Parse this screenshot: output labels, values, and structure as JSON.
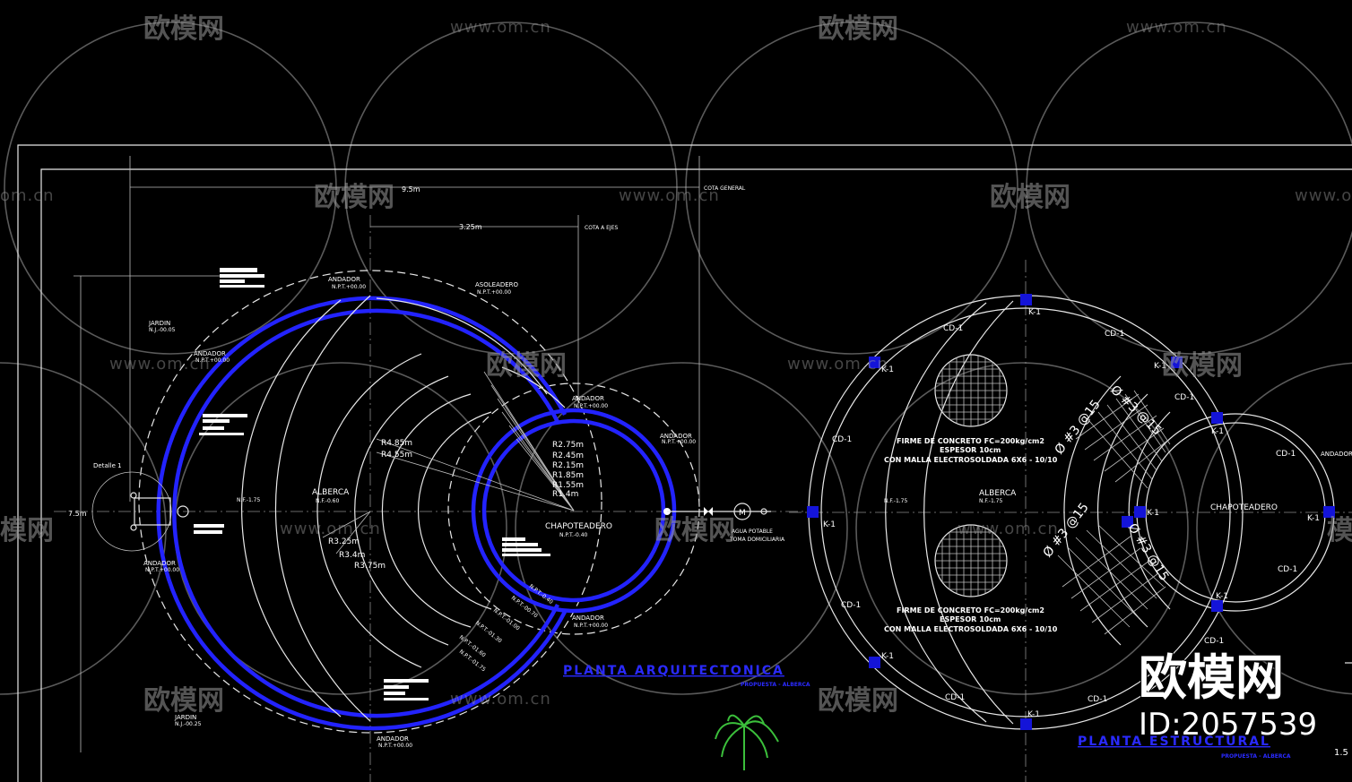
{
  "watermark": {
    "brand": "欧模网",
    "site": "www.om.cn",
    "site_partial": "om.cn",
    "brand_partial": "模网"
  },
  "stamp": {
    "brand": "欧模网",
    "id": "ID:2057539"
  },
  "sheet": {
    "right_edge_label": "1.5"
  },
  "architectural": {
    "title": "PLANTA ARQUITECTONICA",
    "subtitle": "PROPUESTA - ALBERCA",
    "cota_general": "COTA GENERAL",
    "cota_general_value": "9.5m",
    "cota_ejes": "COTA A EJES",
    "cota_ejes_value": "3.25m",
    "height_dim": "7.5m",
    "detalle": "Detalle 1",
    "labels": {
      "andador": "ANDADOR",
      "asoleadero": "ASOLEADERO",
      "jardin": "JARDIN",
      "alberca": "ALBERCA",
      "chapoteadero": "CHAPOTEADERO",
      "agua_potable": "AGUA POTABLE",
      "toma": "TOMA DOMICILIARIA"
    },
    "levels": {
      "npt_000": "N.P.T.+00.00",
      "npt_0000": "N.P.T.+00.00",
      "nj_005": "N.J.-00.05",
      "nj_025": "N.J.-00.25",
      "nf_175": "N.F.-1.75",
      "nf_060": "N.F.-0.60",
      "nf_040": "N.P.T.-0.40",
      "npt_150": "N.P.T.+00.00"
    },
    "radii_large": [
      "R4.85m",
      "R4.55m"
    ],
    "radii_small": [
      "R2.75m",
      "R2.45m",
      "R2.15m",
      "R1.85m",
      "R1.55m",
      "R1.4m"
    ],
    "radii_bottom": [
      "R3.25m",
      "R3.4m",
      "R3.75m"
    ],
    "steps": [
      "N.P.T.-0.40",
      "N.P.T.-00.70",
      "N.P.T.-01.00",
      "N.P.T.-01.30",
      "N.P.T.-01.60",
      "N.P.T.-01.75"
    ]
  },
  "structural": {
    "title": "PLANTA ESTRUCTURAL",
    "subtitle": "PROPUESTA - ALBERCA",
    "column": "K-1",
    "beam": "CD-1",
    "alberca": "ALBERCA",
    "chapoteadero": "CHAPOTEADERO",
    "andador": "ANDADOR",
    "level": "N.F.-1.75",
    "firme": [
      "FIRME DE CONCRETO FC=200kg/cm2",
      "ESPESOR 10cm",
      "CON MALLA ELECTROSOLDADA 6X6 - 10/10"
    ],
    "rebar": "Ø #3 @15"
  },
  "colors": {
    "pool": "#2323ff",
    "column": "#1414d8",
    "line": "#e8e8e8",
    "title": "#2a2aff"
  }
}
